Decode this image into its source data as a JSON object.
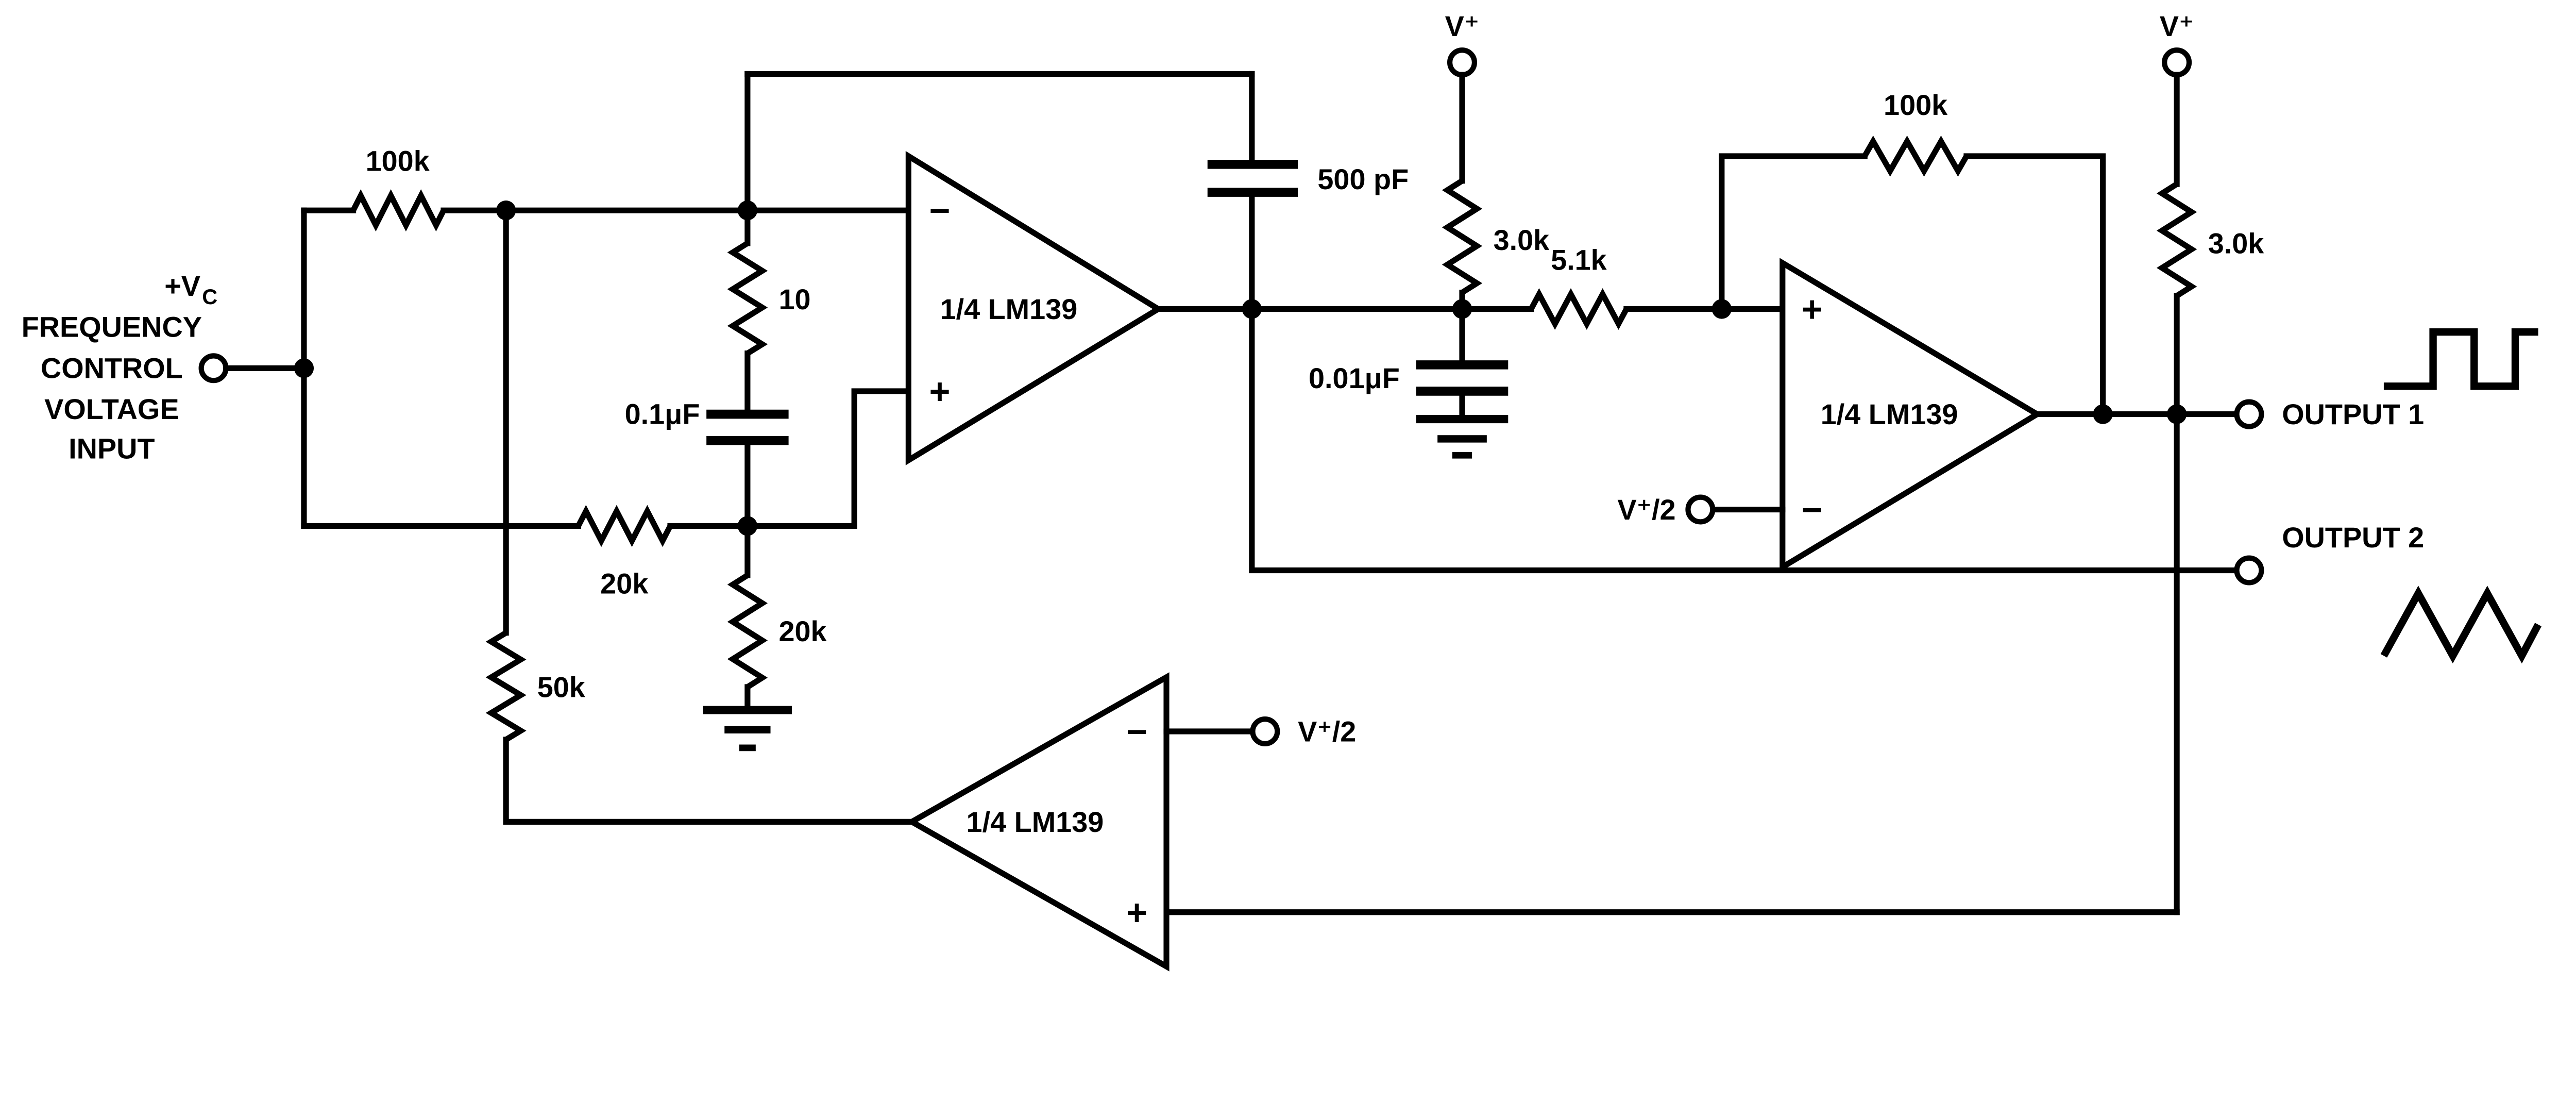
{
  "input_label": {
    "prefix": "+V",
    "sub": "C",
    "line1": "FREQUENCY",
    "line2": "CONTROL",
    "line3": "VOLTAGE",
    "line4": "INPUT"
  },
  "resistors": {
    "r1": "100k",
    "r2": "20k",
    "r3": "10",
    "r4": "20k",
    "r5": "50k",
    "r6": "3.0k",
    "r7": "5.1k",
    "r8": "100k",
    "r9": "3.0k"
  },
  "capacitors": {
    "c1": "0.1μF",
    "c2": "500 pF",
    "c3": "0.01μF"
  },
  "opamps": {
    "a1": "1/4 LM139",
    "a2": "1/4 LM139",
    "a3": "1/4 LM139"
  },
  "polarity": {
    "plus": "+",
    "minus": "−"
  },
  "supplies": {
    "vplus1": "V⁺",
    "vplus2": "V⁺",
    "vhalf1": "V⁺/2",
    "vhalf2": "V⁺/2"
  },
  "outputs": {
    "out1": "OUTPUT 1",
    "out2": "OUTPUT 2"
  },
  "icons": {
    "square_wave": "square-wave-icon",
    "triangle_wave": "triangle-wave-icon"
  },
  "colors": {
    "ink": "#000000",
    "paper": "#ffffff"
  }
}
